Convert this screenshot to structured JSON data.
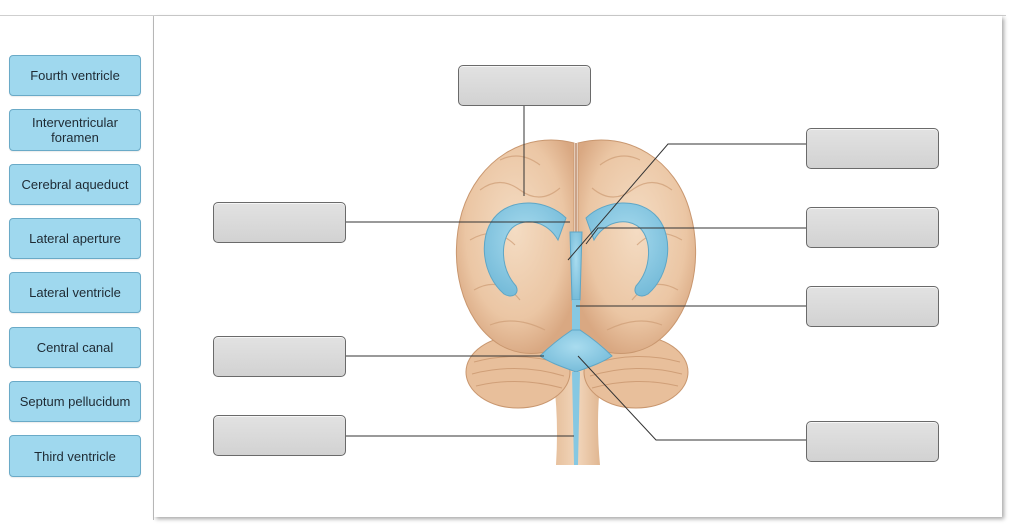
{
  "labels": [
    "Fourth ventricle",
    "Interventricular foramen",
    "Cerebral aqueduct",
    "Lateral aperture",
    "Lateral ventricle",
    "Central canal",
    "Septum pellucidum",
    "Third ventricle"
  ],
  "dropzones": [
    "",
    "",
    "",
    "",
    "",
    "",
    "",
    ""
  ],
  "colors": {
    "chip_fill": "#9fd8ee",
    "chip_border": "#6aaac7",
    "ventricle": "#8ccde6",
    "brain": "#ecc9a9"
  }
}
